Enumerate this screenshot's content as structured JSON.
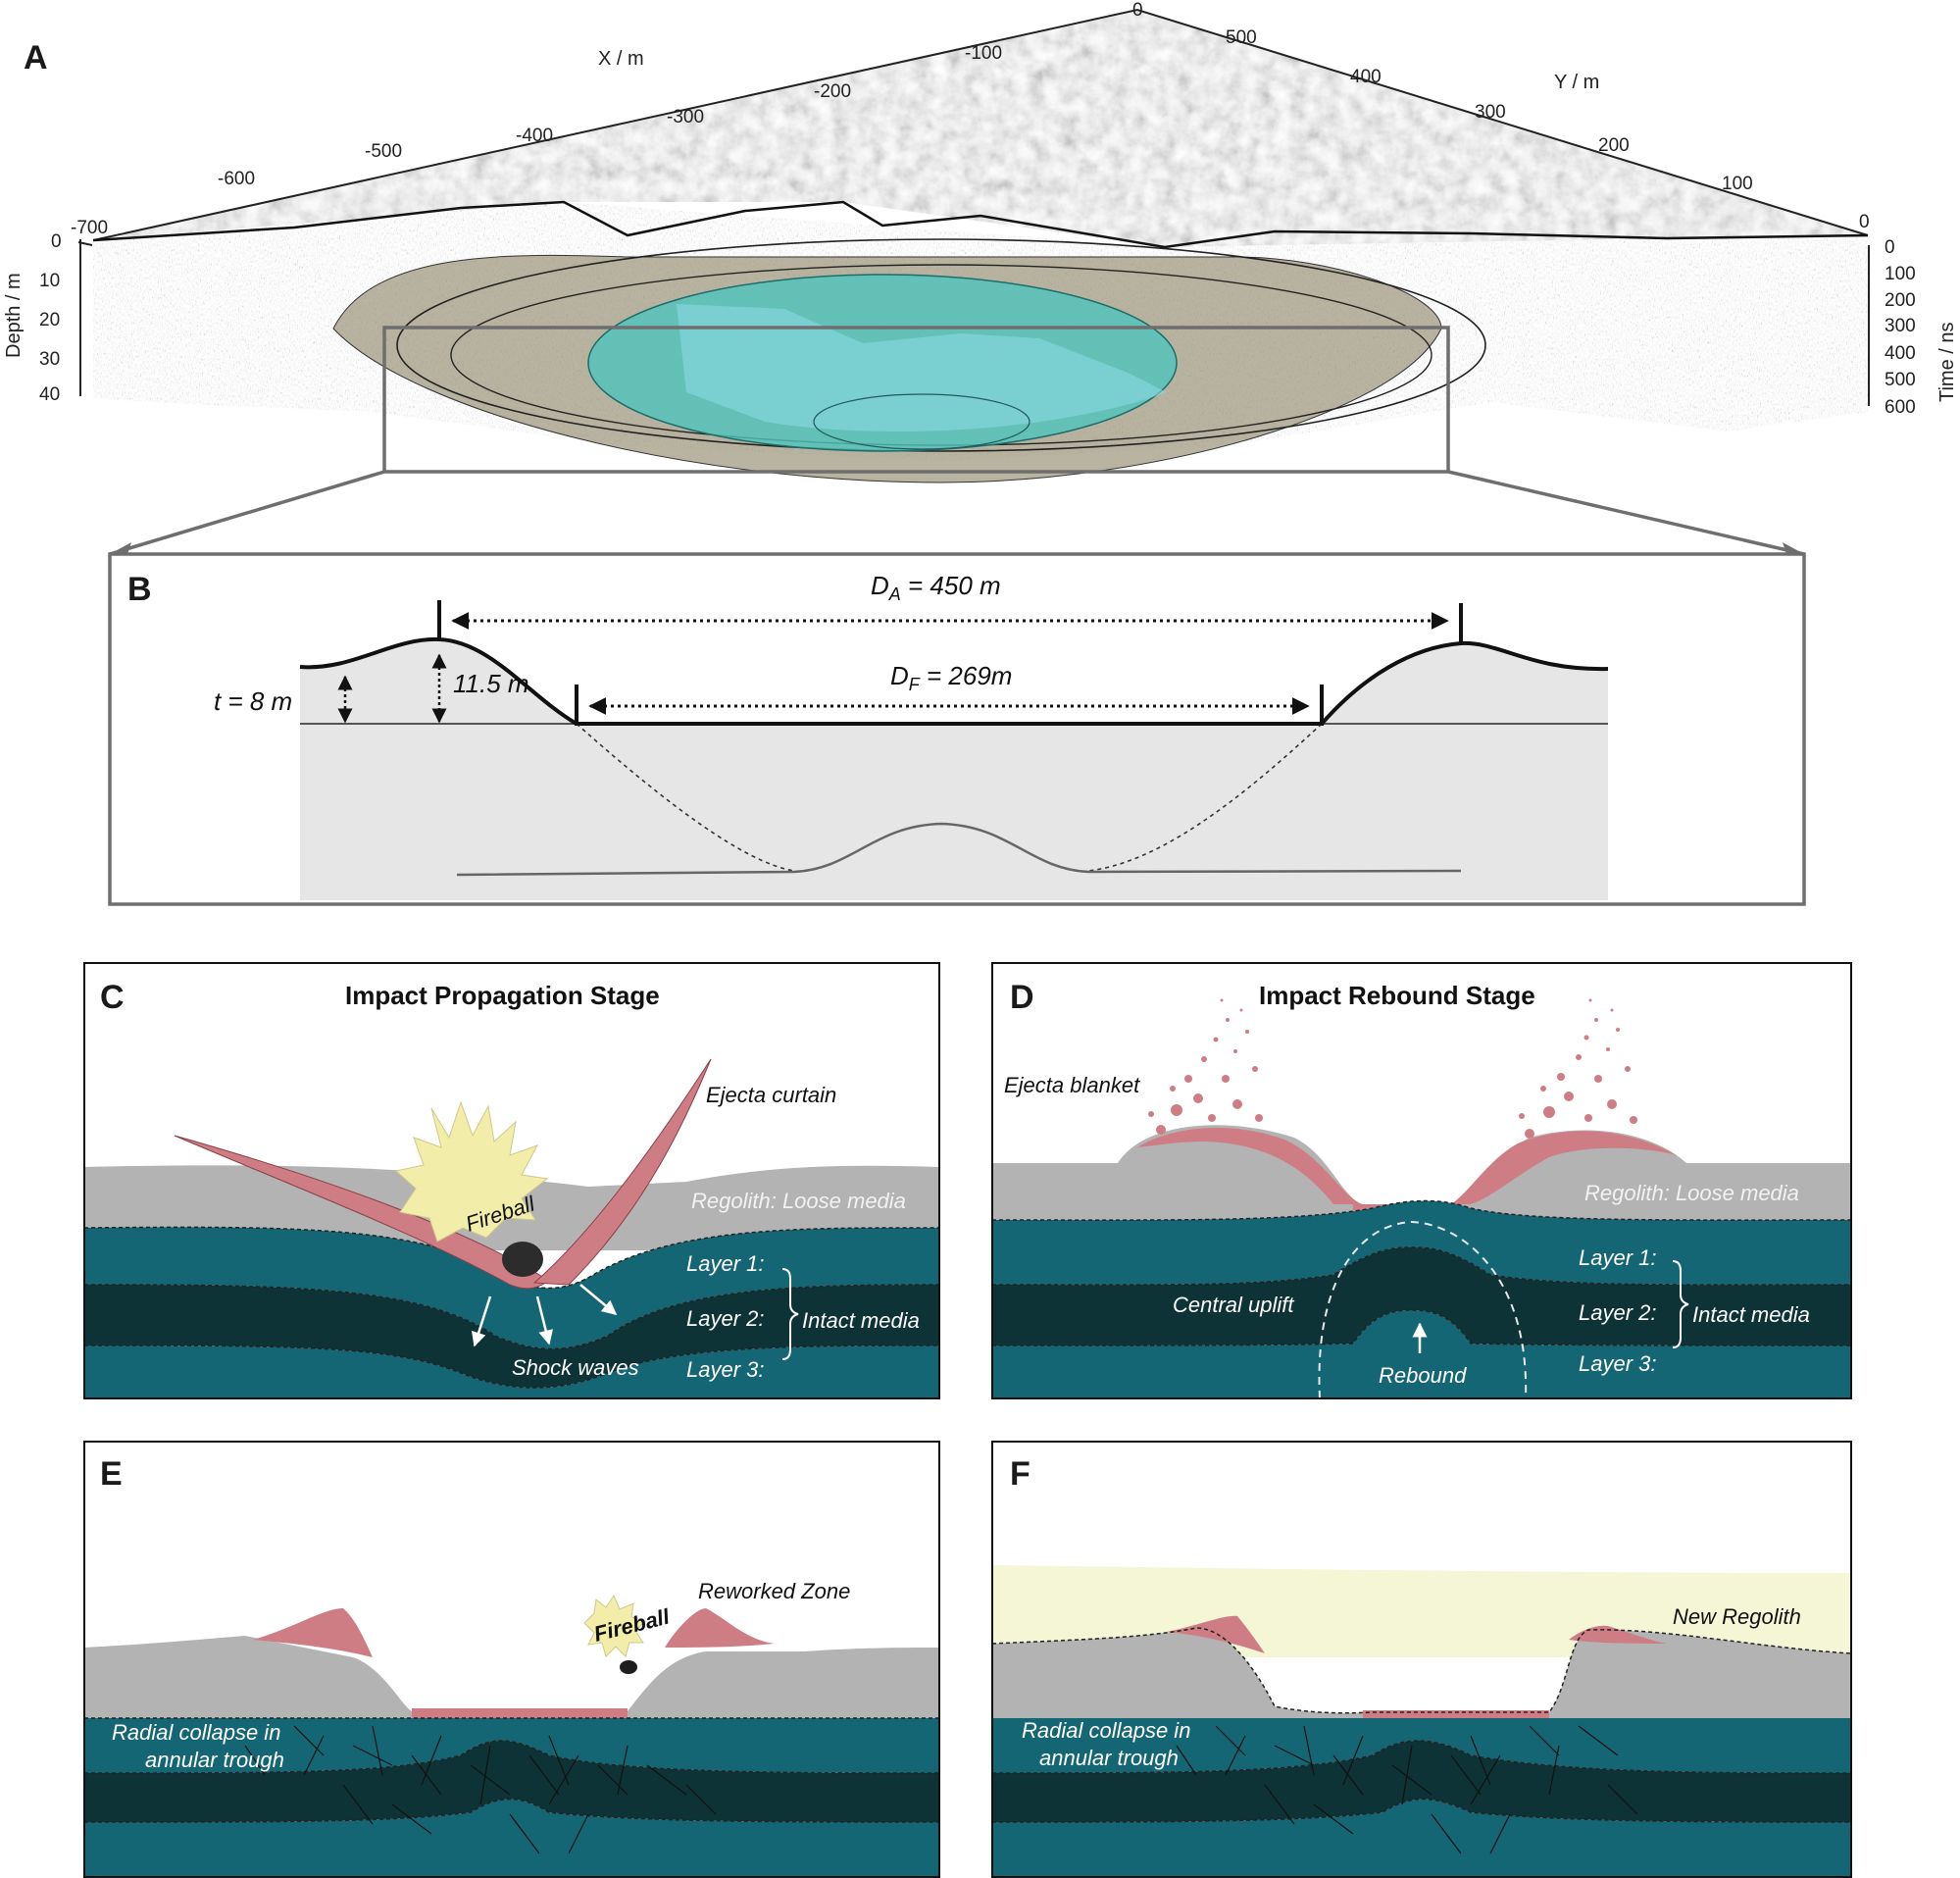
{
  "panels": {
    "a": "A",
    "b": "B",
    "c": "C",
    "d": "D",
    "e": "E",
    "f": "F"
  },
  "panel_a": {
    "x_title": "X / m",
    "y_title": "Y / m",
    "x_ticks": [
      "-700",
      "-600",
      "-500",
      "-400",
      "-300",
      "-200",
      "-100",
      "0"
    ],
    "y_ticks": [
      "500",
      "400",
      "300",
      "200",
      "100",
      "0"
    ],
    "depth_title": "Depth / m",
    "depth_ticks": [
      "0",
      "10",
      "20",
      "30",
      "40"
    ],
    "time_title": "Time / ns",
    "time_ticks": [
      "0",
      "100",
      "200",
      "300",
      "400",
      "500",
      "600"
    ]
  },
  "panel_b": {
    "da_prefix": "D",
    "da_sub": "A",
    "da_value": " = 450 m",
    "df_prefix": "D",
    "df_sub": "F",
    "df_value": " = 269m",
    "t_label": "t = 8 m",
    "h_label": "11.5 m"
  },
  "panel_c": {
    "title": "Impact Propagation Stage",
    "ejecta_curtain": "Ejecta curtain",
    "fireball": "Fireball",
    "regolith": "Regolith: Loose media",
    "layer1": "Layer 1:",
    "layer2": "Layer 2:",
    "layer3": "Layer 3:",
    "intact": "Intact media",
    "shock": "Shock waves"
  },
  "panel_d": {
    "title": "Impact Rebound Stage",
    "ejecta_blanket": "Ejecta blanket",
    "regolith": "Regolith: Loose media",
    "layer1": "Layer 1:",
    "layer2": "Layer 2:",
    "layer3": "Layer 3:",
    "intact": "Intact media",
    "uplift": "Central uplift",
    "rebound": "Rebound"
  },
  "panel_e": {
    "reworked": "Reworked Zone",
    "fireball": "Fireball",
    "collapse1": "Radial collapse in",
    "collapse2": "annular trough"
  },
  "panel_f": {
    "new_regolith": "New Regolith",
    "collapse1": "Radial collapse in",
    "collapse2": "annular trough"
  },
  "colors": {
    "regolith": "#b3b3b3",
    "layer_light": "#156674",
    "layer_dark": "#0d3336",
    "ejecta": "#cf7d84",
    "fireball": "#f2eeaa",
    "new_regolith": "#f4f6d6",
    "cyan_zone": "#4fc4bd",
    "olive_zone": "#8a8262",
    "section_fill": "#e6e6e6"
  }
}
